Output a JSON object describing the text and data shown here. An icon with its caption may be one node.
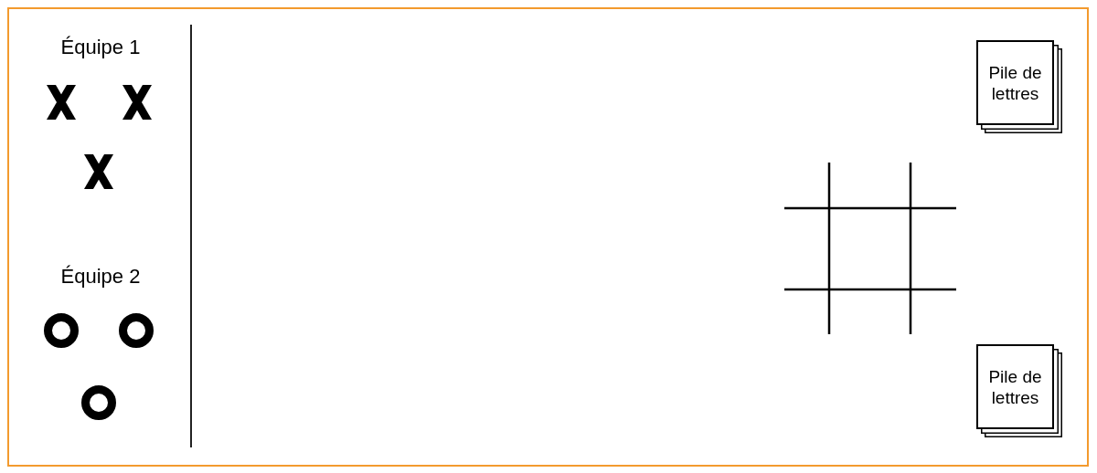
{
  "diagram": {
    "nodes": [
      {
        "text": [
          "Pile de lettres"
        ]
      },
      {
        "text": [
          "Pile de lettres"
        ]
      }
    ],
    "labels": [
      "Équipe 1",
      "Équipe 2"
    ]
  }
}
